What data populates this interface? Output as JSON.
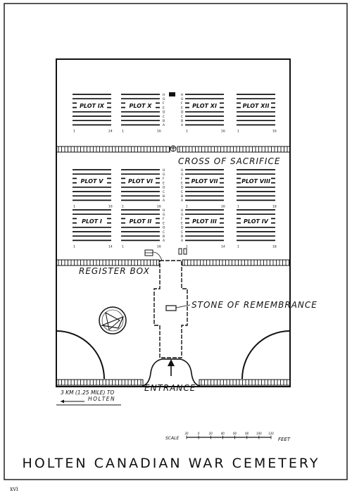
{
  "title": "HOLTEN CANADIAN WAR CEMETERY",
  "page_number": "xvi",
  "labels": {
    "cross": "CROSS OF SACRIFICE",
    "register": "REGISTER BOX",
    "stone": "STONE OF REMEMBRANCE",
    "entrance": "ENTRANCE",
    "road_distance": "3 KM (1.25 MILE) TO",
    "road_town": "HOLTEN"
  },
  "scale": {
    "label": "SCALE",
    "unit": "FEET",
    "ticks": [
      "20",
      "0",
      "20",
      "40",
      "60",
      "80",
      "100",
      "120"
    ]
  },
  "plots": [
    {
      "label": "PLOT IX",
      "start": "1",
      "end": "24"
    },
    {
      "label": "PLOT X",
      "start": "1",
      "end": "16"
    },
    {
      "label": "PLOT XI",
      "start": "1",
      "end": "16"
    },
    {
      "label": "PLOT XII",
      "start": "1",
      "end": "16"
    },
    {
      "label": "PLOT V",
      "start": "1",
      "end": "16"
    },
    {
      "label": "PLOT VI",
      "start": "1",
      "end": "16"
    },
    {
      "label": "PLOT VII",
      "start": "1",
      "end": "16"
    },
    {
      "label": "PLOT VIII",
      "start": "1",
      "end": "18"
    },
    {
      "label": "PLOT I",
      "start": "1",
      "end": "14"
    },
    {
      "label": "PLOT II",
      "start": "1",
      "end": "16"
    },
    {
      "label": "PLOT III",
      "start": "1",
      "end": "14"
    },
    {
      "label": "PLOT IV",
      "start": "1",
      "end": "18"
    }
  ]
}
